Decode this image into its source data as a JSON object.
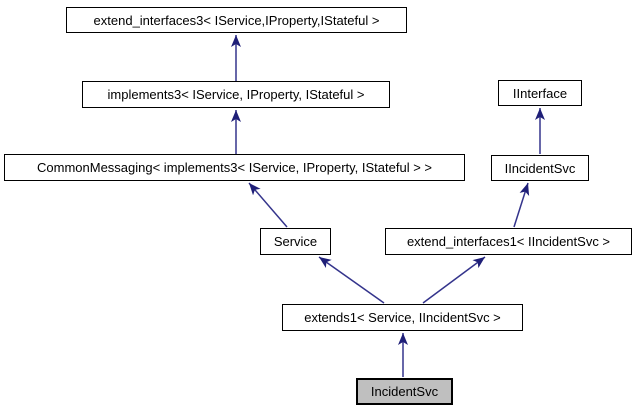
{
  "diagram": {
    "type": "class-inheritance-graph",
    "colors": {
      "background": "#ffffff",
      "node_border": "#000000",
      "node_fill": "#ffffff",
      "highlight_node_fill": "#bfbfbf",
      "edge": "#34348c",
      "text": "#000000"
    },
    "nodes": [
      {
        "id": "extend_interfaces3",
        "label": "extend_interfaces3< IService,IProperty,IStateful >",
        "highlighted": false
      },
      {
        "id": "implements3",
        "label": "implements3< IService, IProperty, IStateful >",
        "highlighted": false
      },
      {
        "id": "common_messaging",
        "label": "CommonMessaging< implements3< IService, IProperty, IStateful > >",
        "highlighted": false
      },
      {
        "id": "iinterface",
        "label": "IInterface",
        "highlighted": false
      },
      {
        "id": "iincidentsvc",
        "label": "IIncidentSvc",
        "highlighted": false
      },
      {
        "id": "service",
        "label": "Service",
        "highlighted": false
      },
      {
        "id": "extend_interfaces1",
        "label": "extend_interfaces1< IIncidentSvc >",
        "highlighted": false
      },
      {
        "id": "extends1",
        "label": "extends1< Service, IIncidentSvc >",
        "highlighted": false
      },
      {
        "id": "incidentsvc",
        "label": "IncidentSvc",
        "highlighted": true
      }
    ],
    "edges": [
      {
        "from": "implements3",
        "to": "extend_interfaces3"
      },
      {
        "from": "common_messaging",
        "to": "implements3"
      },
      {
        "from": "service",
        "to": "common_messaging"
      },
      {
        "from": "iincidentsvc",
        "to": "iinterface"
      },
      {
        "from": "extend_interfaces1",
        "to": "iincidentsvc"
      },
      {
        "from": "extends1",
        "to": "service"
      },
      {
        "from": "extends1",
        "to": "extend_interfaces1"
      },
      {
        "from": "incidentsvc",
        "to": "extends1"
      }
    ]
  }
}
